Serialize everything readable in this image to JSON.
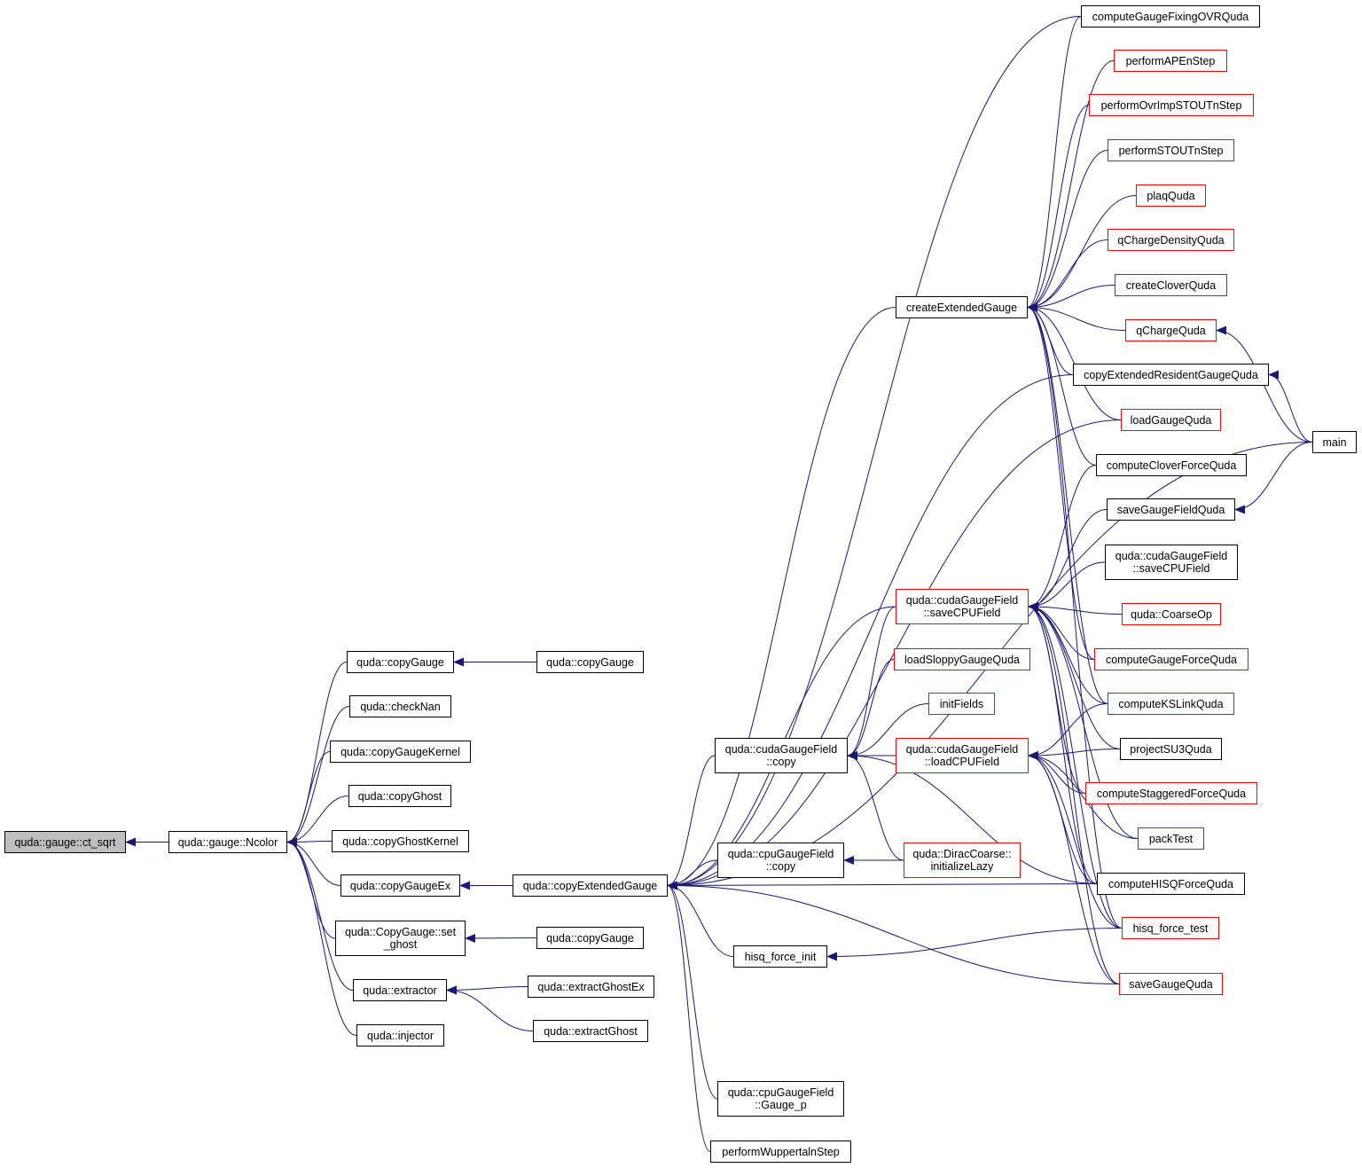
{
  "colors": {
    "edge": "#191970",
    "border_default": "#000000",
    "border_truncated": "#ff0000",
    "root_fill": "#bfbfbf"
  },
  "nodes": {
    "ct_sqrt": {
      "lines": [
        "quda::gauge::ct_sqrt"
      ],
      "style": "root"
    },
    "Ncolor": {
      "lines": [
        "quda::gauge::Ncolor"
      ]
    },
    "copyGaugeA": {
      "lines": [
        "quda::copyGauge"
      ]
    },
    "checkNan": {
      "lines": [
        "quda::checkNan"
      ]
    },
    "copyGaugeKernel": {
      "lines": [
        "quda::copyGaugeKernel"
      ]
    },
    "copyGhost": {
      "lines": [
        "quda::copyGhost"
      ]
    },
    "copyGhostKernel": {
      "lines": [
        "quda::copyGhostKernel"
      ]
    },
    "copyGaugeEx": {
      "lines": [
        "quda::copyGaugeEx"
      ]
    },
    "setGhost": {
      "lines": [
        "quda::CopyGauge::set",
        "_ghost"
      ]
    },
    "extractor": {
      "lines": [
        "quda::extractor"
      ]
    },
    "injector": {
      "lines": [
        "quda::injector"
      ]
    },
    "copyGaugeB": {
      "lines": [
        "quda::copyGauge"
      ]
    },
    "copyExtendedGauge": {
      "lines": [
        "quda::copyExtendedGauge"
      ]
    },
    "copyGaugeC": {
      "lines": [
        "quda::copyGauge"
      ]
    },
    "extractGhostEx": {
      "lines": [
        "quda::extractGhostEx"
      ]
    },
    "extractGhost": {
      "lines": [
        "quda::extractGhost"
      ]
    },
    "createExtendedGauge": {
      "lines": [
        "createExtendedGauge"
      ]
    },
    "cudaCopy": {
      "lines": [
        "quda::cudaGaugeField",
        "::copy"
      ]
    },
    "cpuCopy": {
      "lines": [
        "quda::cpuGaugeField",
        "::copy"
      ]
    },
    "hisqForceInit": {
      "lines": [
        "hisq_force_init"
      ]
    },
    "cpuGaugeP": {
      "lines": [
        "quda::cpuGaugeField",
        "::Gauge_p"
      ]
    },
    "performWuppertal": {
      "lines": [
        "performWuppertalnStep"
      ]
    },
    "saveCPUField": {
      "lines": [
        "quda::cudaGaugeField",
        "::saveCPUField"
      ],
      "style": "red"
    },
    "loadSloppy": {
      "lines": [
        "loadSloppyGaugeQuda"
      ],
      "style": "red"
    },
    "initFields": {
      "lines": [
        "initFields"
      ],
      "style": "red"
    },
    "loadCPUField": {
      "lines": [
        "quda::cudaGaugeField",
        "::loadCPUField"
      ],
      "style": "red"
    },
    "initializeLazy": {
      "lines": [
        "quda::DiracCoarse::",
        "initializeLazy"
      ],
      "style": "red"
    },
    "computeGaugeFixingOVR": {
      "lines": [
        "computeGaugeFixingOVRQuda"
      ]
    },
    "performAPE": {
      "lines": [
        "performAPEnStep"
      ],
      "style": "red"
    },
    "performOvrImp": {
      "lines": [
        "performOvrImpSTOUTnStep"
      ],
      "style": "red"
    },
    "performSTOUT": {
      "lines": [
        "performSTOUTnStep"
      ],
      "style": "red"
    },
    "plaqQuda": {
      "lines": [
        "plaqQuda"
      ],
      "style": "red"
    },
    "qChargeDensity": {
      "lines": [
        "qChargeDensityQuda"
      ],
      "style": "red"
    },
    "createClover": {
      "lines": [
        "createCloverQuda"
      ],
      "style": "red"
    },
    "qChargeQuda": {
      "lines": [
        "qChargeQuda"
      ],
      "style": "red"
    },
    "copyExtendedResident": {
      "lines": [
        "copyExtendedResidentGaugeQuda"
      ]
    },
    "loadGaugeQuda": {
      "lines": [
        "loadGaugeQuda"
      ],
      "style": "red"
    },
    "computeCloverForce": {
      "lines": [
        "computeCloverForceQuda"
      ]
    },
    "saveGaugeFieldQuda": {
      "lines": [
        "saveGaugeFieldQuda"
      ]
    },
    "saveCPUField2": {
      "lines": [
        "quda::cudaGaugeField",
        "::saveCPUField"
      ]
    },
    "coarseOp": {
      "lines": [
        "quda::CoarseOp"
      ],
      "style": "red"
    },
    "computeGaugeForce": {
      "lines": [
        "computeGaugeForceQuda"
      ],
      "style": "red"
    },
    "computeKSLink": {
      "lines": [
        "computeKSLinkQuda"
      ],
      "style": "red"
    },
    "projectSU3": {
      "lines": [
        "projectSU3Quda"
      ]
    },
    "computeStaggeredForce": {
      "lines": [
        "computeStaggeredForceQuda"
      ],
      "style": "red"
    },
    "packTest": {
      "lines": [
        "packTest"
      ],
      "style": "red"
    },
    "computeHISQForce": {
      "lines": [
        "computeHISQForceQuda"
      ]
    },
    "hisqForceTest": {
      "lines": [
        "hisq_force_test"
      ],
      "style": "red"
    },
    "saveGaugeQuda": {
      "lines": [
        "saveGaugeQuda"
      ],
      "style": "red"
    },
    "main": {
      "lines": [
        "main"
      ]
    }
  },
  "edges": [
    [
      "Ncolor",
      "ct_sqrt"
    ],
    [
      "copyGaugeA",
      "Ncolor"
    ],
    [
      "checkNan",
      "Ncolor"
    ],
    [
      "copyGaugeKernel",
      "Ncolor"
    ],
    [
      "copyGhost",
      "Ncolor"
    ],
    [
      "copyGhostKernel",
      "Ncolor"
    ],
    [
      "copyGaugeEx",
      "Ncolor"
    ],
    [
      "setGhost",
      "Ncolor"
    ],
    [
      "extractor",
      "Ncolor"
    ],
    [
      "injector",
      "Ncolor"
    ],
    [
      "copyGaugeB",
      "copyGaugeA"
    ],
    [
      "copyExtendedGauge",
      "copyGaugeEx"
    ],
    [
      "copyGaugeC",
      "setGhost"
    ],
    [
      "extractGhostEx",
      "extractor"
    ],
    [
      "extractGhost",
      "extractor"
    ],
    [
      "createExtendedGauge",
      "copyExtendedGauge"
    ],
    [
      "cudaCopy",
      "copyExtendedGauge"
    ],
    [
      "cpuCopy",
      "copyExtendedGauge"
    ],
    [
      "hisqForceInit",
      "copyExtendedGauge"
    ],
    [
      "cpuGaugeP",
      "copyExtendedGauge"
    ],
    [
      "performWuppertal",
      "copyExtendedGauge"
    ],
    [
      "saveCPUField",
      "copyExtendedGauge"
    ],
    [
      "computeGaugeFixingOVR",
      "copyExtendedGauge"
    ],
    [
      "copyExtendedResident",
      "copyExtendedGauge"
    ],
    [
      "loadGaugeQuda",
      "copyExtendedGauge"
    ],
    [
      "computeHISQForce",
      "copyExtendedGauge"
    ],
    [
      "saveGaugeQuda",
      "copyExtendedGauge"
    ],
    [
      "main",
      "copyExtendedGauge"
    ],
    [
      "saveCPUField",
      "cudaCopy"
    ],
    [
      "loadSloppy",
      "cudaCopy"
    ],
    [
      "initFields",
      "cudaCopy"
    ],
    [
      "loadCPUField",
      "cudaCopy"
    ],
    [
      "initializeLazy",
      "cudaCopy"
    ],
    [
      "computeHISQForce",
      "cudaCopy"
    ],
    [
      "initializeLazy",
      "cpuCopy"
    ],
    [
      "hisqForceTest",
      "hisqForceInit"
    ],
    [
      "computeGaugeFixingOVR",
      "createExtendedGauge"
    ],
    [
      "performAPE",
      "createExtendedGauge"
    ],
    [
      "performOvrImp",
      "createExtendedGauge"
    ],
    [
      "performSTOUT",
      "createExtendedGauge"
    ],
    [
      "plaqQuda",
      "createExtendedGauge"
    ],
    [
      "qChargeDensity",
      "createExtendedGauge"
    ],
    [
      "createClover",
      "createExtendedGauge"
    ],
    [
      "qChargeQuda",
      "createExtendedGauge"
    ],
    [
      "copyExtendedResident",
      "createExtendedGauge"
    ],
    [
      "loadGaugeQuda",
      "createExtendedGauge"
    ],
    [
      "computeCloverForce",
      "createExtendedGauge"
    ],
    [
      "computeGaugeForce",
      "createExtendedGauge"
    ],
    [
      "computeKSLink",
      "createExtendedGauge"
    ],
    [
      "hisqForceTest",
      "createExtendedGauge"
    ],
    [
      "computeCloverForce",
      "saveCPUField"
    ],
    [
      "saveGaugeFieldQuda",
      "saveCPUField"
    ],
    [
      "saveCPUField2",
      "saveCPUField"
    ],
    [
      "coarseOp",
      "saveCPUField"
    ],
    [
      "computeGaugeForce",
      "saveCPUField"
    ],
    [
      "computeKSLink",
      "saveCPUField"
    ],
    [
      "projectSU3",
      "saveCPUField"
    ],
    [
      "computeStaggeredForce",
      "saveCPUField"
    ],
    [
      "packTest",
      "saveCPUField"
    ],
    [
      "computeHISQForce",
      "saveCPUField"
    ],
    [
      "hisqForceTest",
      "saveCPUField"
    ],
    [
      "saveGaugeQuda",
      "saveCPUField"
    ],
    [
      "computeKSLink",
      "loadCPUField"
    ],
    [
      "projectSU3",
      "loadCPUField"
    ],
    [
      "computeStaggeredForce",
      "loadCPUField"
    ],
    [
      "packTest",
      "loadCPUField"
    ],
    [
      "computeHISQForce",
      "loadCPUField"
    ],
    [
      "hisqForceTest",
      "loadCPUField"
    ],
    [
      "saveGaugeQuda",
      "loadCPUField"
    ],
    [
      "main",
      "qChargeQuda"
    ],
    [
      "main",
      "copyExtendedResident"
    ],
    [
      "main",
      "saveGaugeFieldQuda"
    ]
  ]
}
